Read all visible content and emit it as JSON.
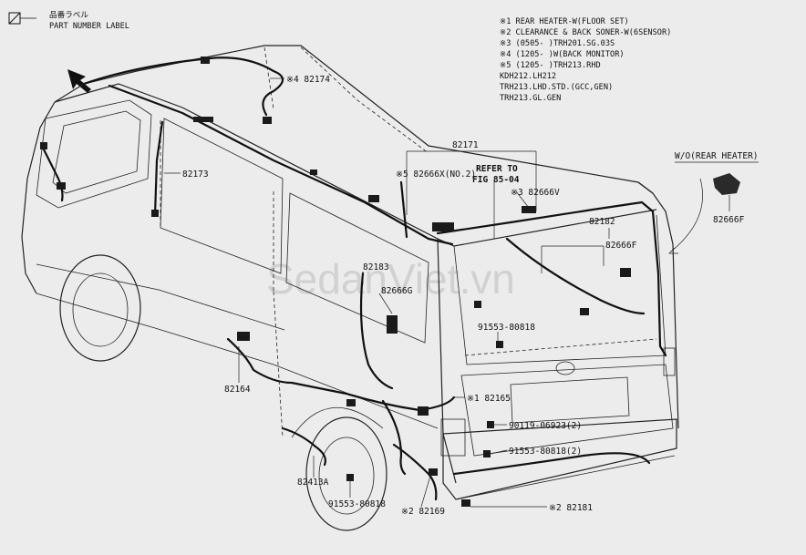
{
  "legend": {
    "jp_label": "品番ラベル",
    "en_label": "PART NUMBER LABEL"
  },
  "notes": [
    "※1  REAR HEATER-W(FLOOR SET)",
    "※2  CLEARANCE & BACK SONER-W(6SENSOR)",
    "※3  (0505-     )TRH201.SG.03S",
    "※4  (1205-     )W(BACK MONITOR)",
    "※5  (1205-     )TRH213.RHD",
    "                KDH212.LH212",
    "                TRH213.LHD.STD.(GCC,GEN)",
    "                TRH213.GL.GEN"
  ],
  "parts": {
    "p82174": "※4 82174",
    "p82173": "82173",
    "p82171": "82171",
    "p82666x": "※5 82666X(NO.2)",
    "refer": "REFER TO",
    "fig": "FIG 85-04",
    "p82666v": "※3 82666V",
    "p82182": "82182",
    "p82666f_rear": "82666F",
    "p82183": "82183",
    "p82666g": "82666G",
    "p91553_80818_a": "91553-80818",
    "p82164": "82164",
    "p82165": "※1 82165",
    "p90119": "90119-06923(2)",
    "p91553_2": "91553-80818(2)",
    "p82413a": "82413A",
    "p91553_80818_b": "91553-80818",
    "p82169": "※2 82169",
    "p82181": "※2 82181"
  },
  "inset": {
    "title": "W/O(REAR HEATER)",
    "part": "82666F"
  },
  "watermark": "SedanViet.vn"
}
